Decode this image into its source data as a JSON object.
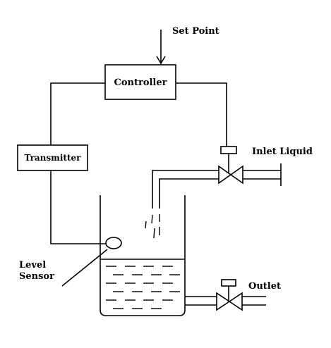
{
  "labels": {
    "set_point": "Set Point",
    "controller": "Controller",
    "transmitter": "Transmitter",
    "inlet_liquid": "Inlet Liquid",
    "level_sensor_line1": "Level",
    "level_sensor_line2": "Sensor",
    "outlet": "Outlet"
  }
}
